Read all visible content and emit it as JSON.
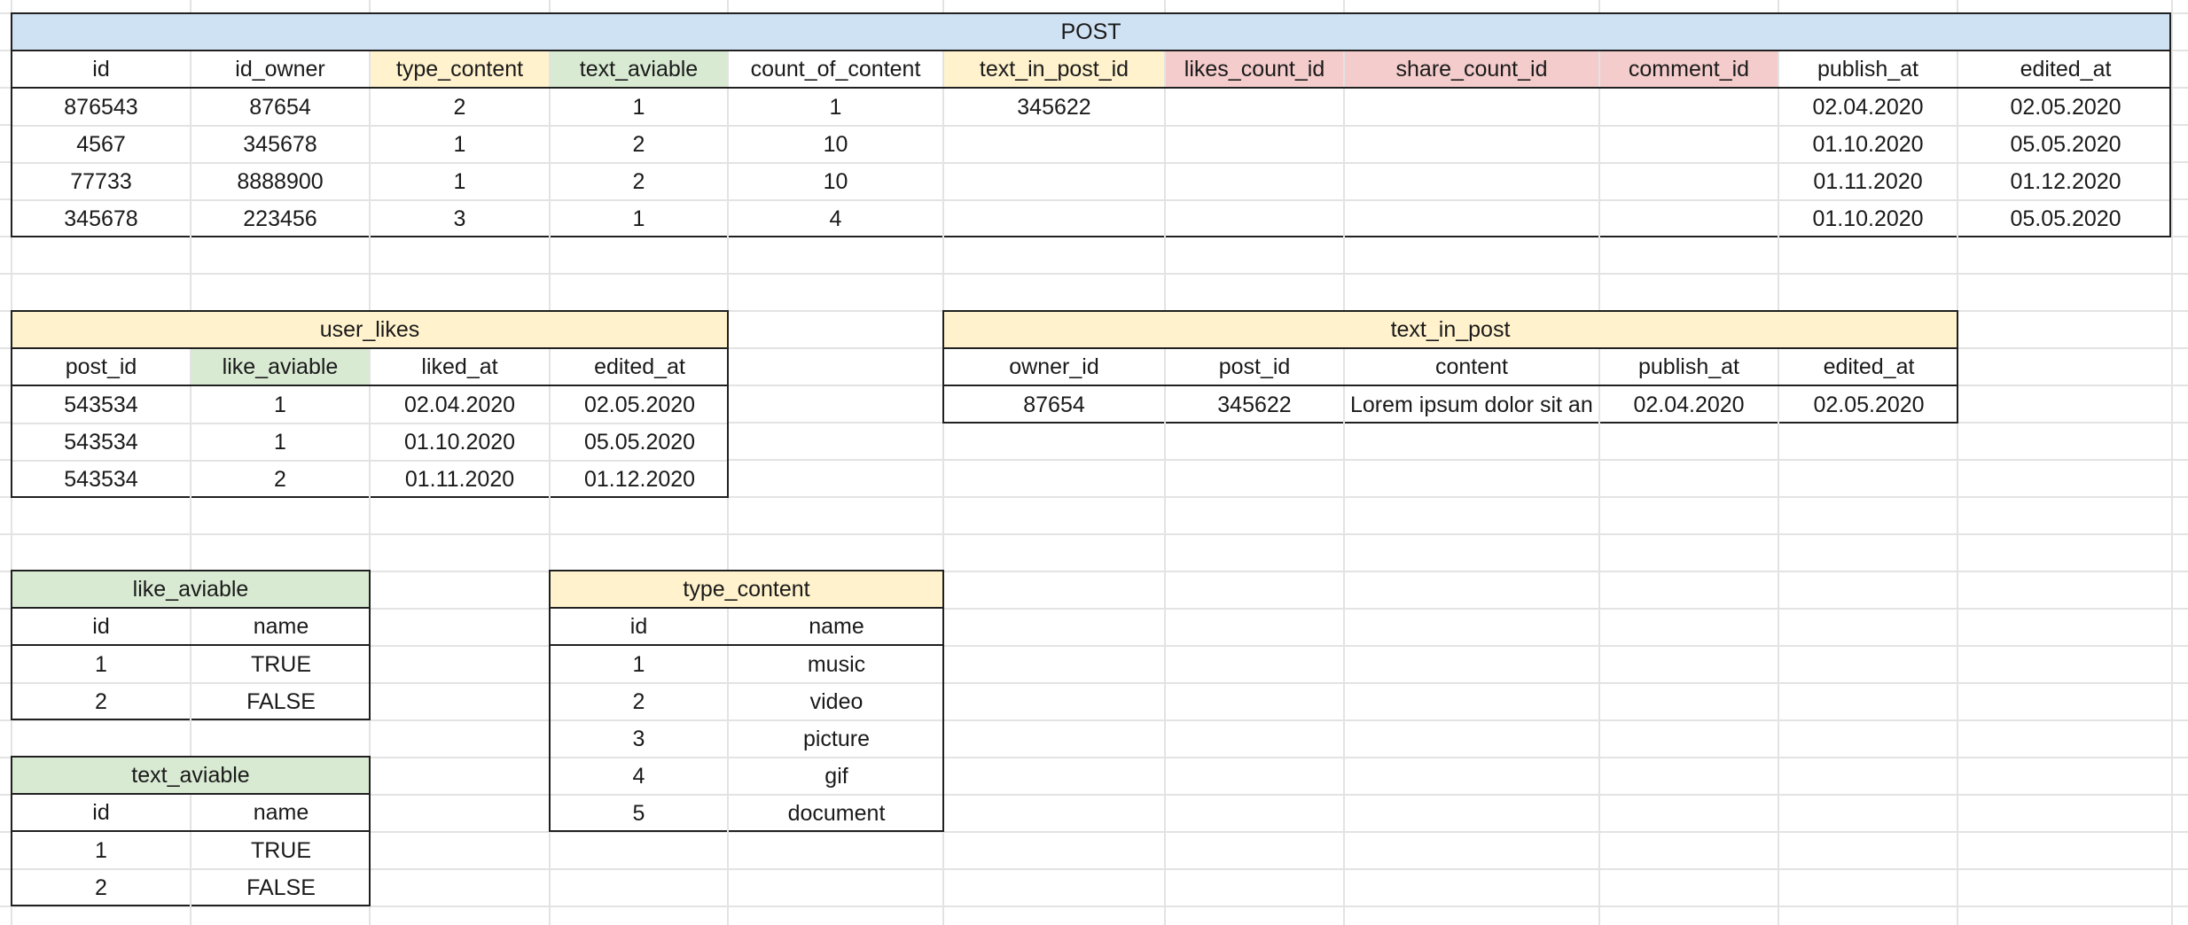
{
  "colors": {
    "blue": "#cfe2f3",
    "yellow": "#fff2cc",
    "green": "#d9ead3",
    "red": "#f4cccc"
  },
  "post": {
    "title": "POST",
    "headers": [
      "id",
      "id_owner",
      "type_content",
      "text_aviable",
      "count_of_content",
      "text_in_post_id",
      "likes_count_id",
      "share_count_id",
      "comment_id",
      "publish_at",
      "edited_at"
    ],
    "header_colors": [
      "",
      "",
      "yellow",
      "green",
      "",
      "yellow",
      "red",
      "red",
      "red",
      "",
      ""
    ],
    "rows": [
      [
        "876543",
        "87654",
        "2",
        "1",
        "1",
        "345622",
        "",
        "",
        "",
        "02.04.2020",
        "02.05.2020"
      ],
      [
        "4567",
        "345678",
        "1",
        "2",
        "10",
        "",
        "",
        "",
        "",
        "01.10.2020",
        "05.05.2020"
      ],
      [
        "77733",
        "8888900",
        "1",
        "2",
        "10",
        "",
        "",
        "",
        "",
        "01.11.2020",
        "01.12.2020"
      ],
      [
        "345678",
        "223456",
        "3",
        "1",
        "4",
        "",
        "",
        "",
        "",
        "01.10.2020",
        "05.05.2020"
      ]
    ]
  },
  "user_likes": {
    "title": "user_likes",
    "headers": [
      "post_id",
      "like_aviable",
      "liked_at",
      "edited_at"
    ],
    "header_colors": [
      "",
      "green",
      "",
      ""
    ],
    "rows": [
      [
        "543534",
        "1",
        "02.04.2020",
        "02.05.2020"
      ],
      [
        "543534",
        "1",
        "01.10.2020",
        "05.05.2020"
      ],
      [
        "543534",
        "2",
        "01.11.2020",
        "01.12.2020"
      ]
    ]
  },
  "text_in_post": {
    "title": "text_in_post",
    "headers": [
      "owner_id",
      "post_id",
      "content",
      "publish_at",
      "edited_at"
    ],
    "header_colors": [
      "",
      "",
      "",
      "",
      ""
    ],
    "rows": [
      [
        "87654",
        "345622",
        "Lorem ipsum dolor sit an",
        "02.04.2020",
        "02.05.2020"
      ]
    ]
  },
  "like_aviable": {
    "title": "like_aviable",
    "headers": [
      "id",
      "name"
    ],
    "header_colors": [
      "",
      ""
    ],
    "rows": [
      [
        "1",
        "TRUE"
      ],
      [
        "2",
        "FALSE"
      ]
    ]
  },
  "text_aviable": {
    "title": "text_aviable",
    "headers": [
      "id",
      "name"
    ],
    "header_colors": [
      "",
      ""
    ],
    "rows": [
      [
        "1",
        "TRUE"
      ],
      [
        "2",
        "FALSE"
      ]
    ]
  },
  "type_content": {
    "title": "type_content",
    "headers": [
      "id",
      "name"
    ],
    "header_colors": [
      "",
      ""
    ],
    "rows": [
      [
        "1",
        "music"
      ],
      [
        "2",
        "video"
      ],
      [
        "3",
        "picture"
      ],
      [
        "4",
        "gif"
      ],
      [
        "5",
        "document"
      ]
    ]
  }
}
